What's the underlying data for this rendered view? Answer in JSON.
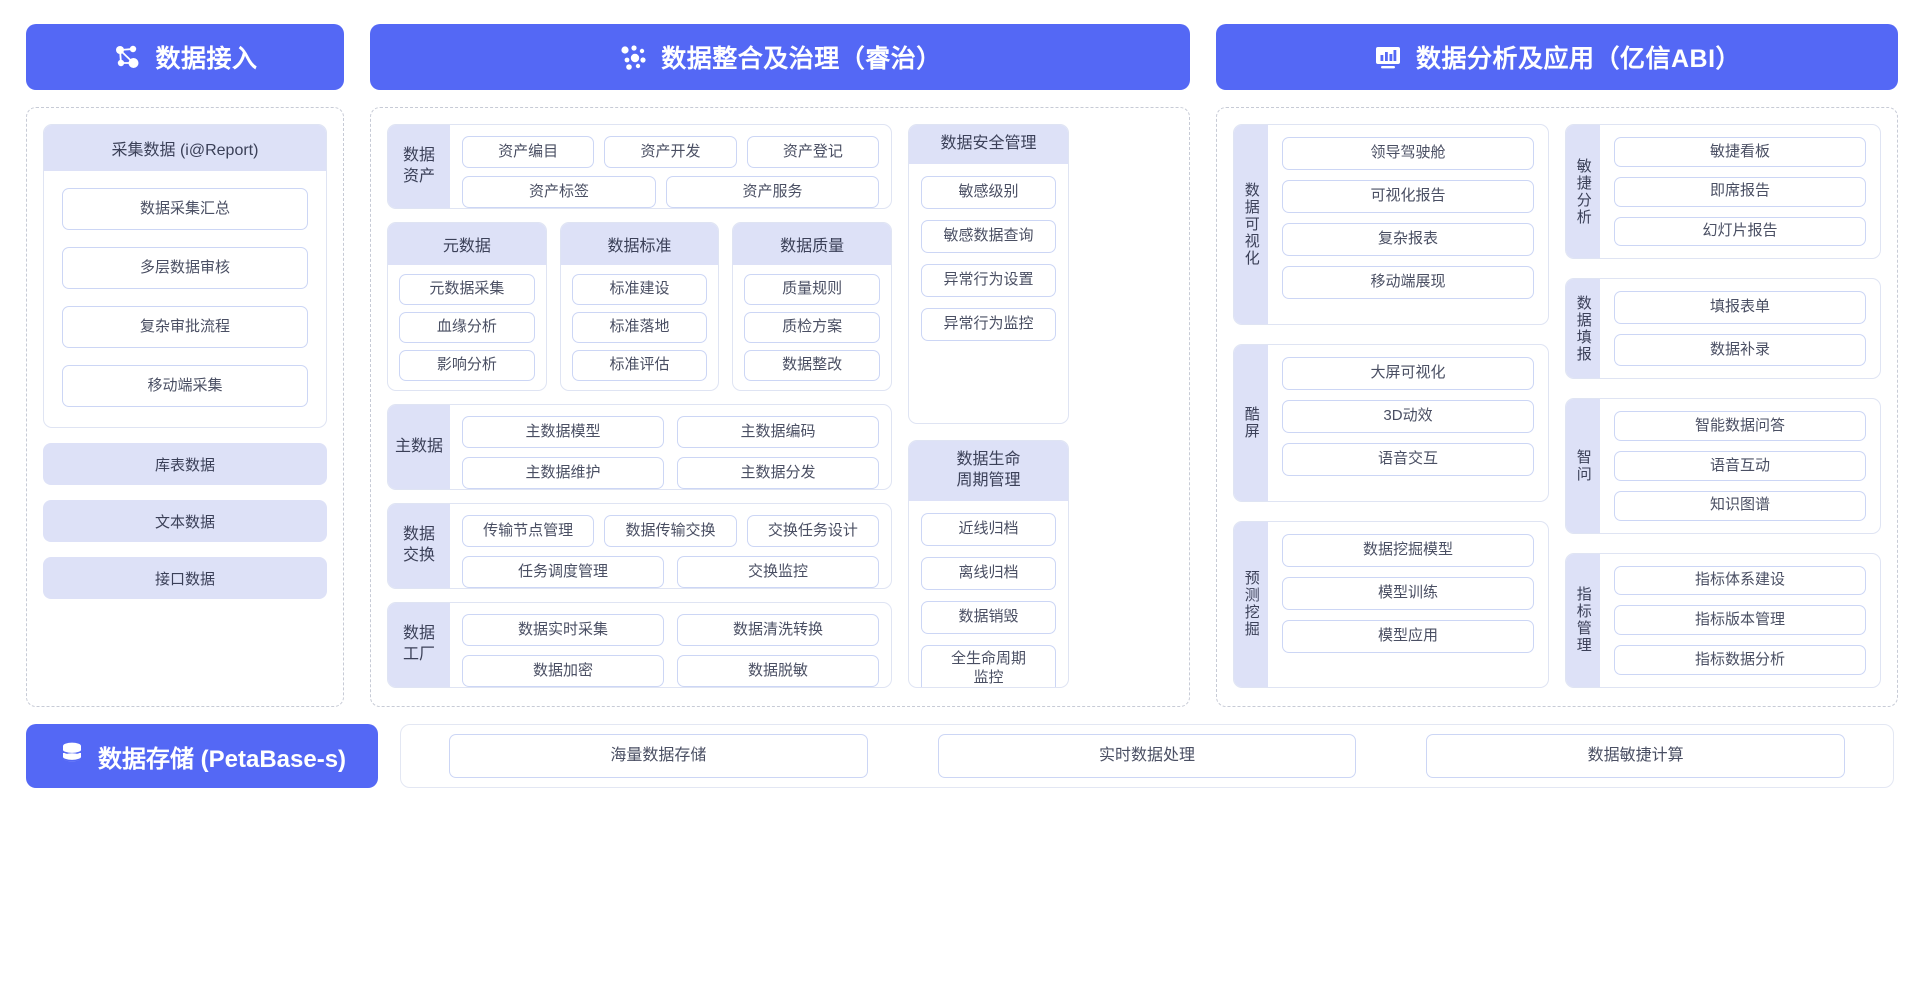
{
  "theme": {
    "accent": "#5468f5",
    "head_bg": "#dde1f7",
    "pill_border": "#ccd6f5",
    "text": "#3a3f51"
  },
  "columns": {
    "ingest": {
      "banner": {
        "title": "数据接入",
        "icon": "data-nodes-icon"
      },
      "card": {
        "title": "采集数据 (i@Report)",
        "items": [
          "数据采集汇总",
          "多层数据审核",
          "复杂审批流程",
          "移动端采集"
        ]
      },
      "bands": [
        "库表数据",
        "文本数据",
        "接口数据"
      ]
    },
    "governance": {
      "banner": {
        "title": "数据整合及治理（睿治）",
        "icon": "dots-cluster-icon"
      },
      "asset": {
        "label": "数据\n资产",
        "row1": [
          "资产编目",
          "资产开发",
          "资产登记"
        ],
        "row2": [
          "资产标签",
          "资产服务"
        ]
      },
      "trio": [
        {
          "title": "元数据",
          "items": [
            "元数据采集",
            "血缘分析",
            "影响分析"
          ]
        },
        {
          "title": "数据标准",
          "items": [
            "标准建设",
            "标准落地",
            "标准评估"
          ]
        },
        {
          "title": "数据质量",
          "items": [
            "质量规则",
            "质检方案",
            "数据整改"
          ]
        }
      ],
      "master": {
        "label": "主数据",
        "items": [
          "主数据模型",
          "主数据编码",
          "主数据维护",
          "主数据分发"
        ]
      },
      "exchange": {
        "label": "数据\n交换",
        "row1": [
          "传输节点管理",
          "数据传输交换",
          "交换任务设计"
        ],
        "row2": [
          "任务调度管理",
          "交换监控"
        ]
      },
      "factory": {
        "label": "数据\n工厂",
        "items": [
          "数据实时采集",
          "数据清洗转换",
          "数据加密",
          "数据脱敏"
        ]
      },
      "security": {
        "title": "数据安全管理",
        "items": [
          "敏感级别",
          "敏感数据查询",
          "异常行为设置",
          "异常行为监控"
        ]
      },
      "lifecycle": {
        "title": "数据生命\n周期管理",
        "items": [
          "近线归档",
          "离线归档",
          "数据销毁",
          "全生命周期\n监控"
        ]
      }
    },
    "bi": {
      "banner": {
        "title": "数据分析及应用（亿信ABI）",
        "icon": "monitor-chart-icon"
      },
      "left_groups": [
        {
          "label": "数据可视化",
          "items": [
            "领导驾驶舱",
            "可视化报告",
            "复杂报表",
            "移动端展现"
          ]
        },
        {
          "label": "酷屏",
          "items": [
            "大屏可视化",
            "3D动效",
            "语音交互"
          ]
        },
        {
          "label": "预测挖掘",
          "items": [
            "数据挖掘模型",
            "模型训练",
            "模型应用"
          ]
        }
      ],
      "right_groups": [
        {
          "label": "敏捷分析",
          "items": [
            "敏捷看板",
            "即席报告",
            "幻灯片报告"
          ]
        },
        {
          "label": "数据填报",
          "items": [
            "填报表单",
            "数据补录"
          ]
        },
        {
          "label": "智问",
          "items": [
            "智能数据问答",
            "语音互动",
            "知识图谱"
          ]
        },
        {
          "label": "指标管理",
          "items": [
            "指标体系建设",
            "指标版本管理",
            "指标数据分析"
          ]
        }
      ]
    }
  },
  "storage": {
    "banner": {
      "title": "数据存储 (PetaBase-s)",
      "icon": "database-icon"
    },
    "items": [
      "海量数据存储",
      "实时数据处理",
      "数据敏捷计算"
    ]
  }
}
